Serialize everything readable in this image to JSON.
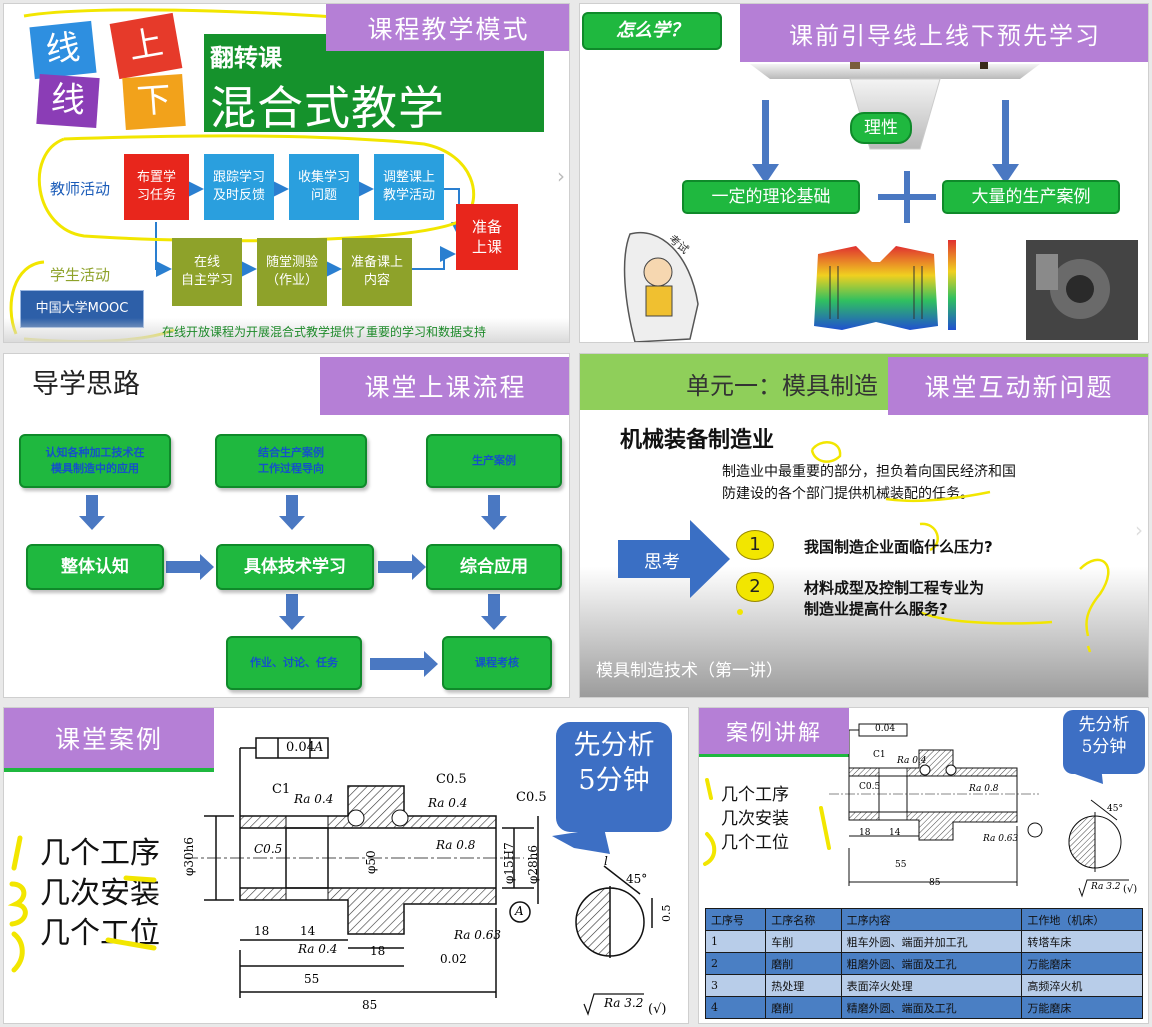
{
  "panel1": {
    "tag": "课程教学模式",
    "logo_chars": [
      "线",
      "上",
      "线",
      "下"
    ],
    "banner_top": "翻转课",
    "banner_main": "混合式教学",
    "teacher_label": "教师活动",
    "teacher_steps": [
      "布置学\n习任务",
      "跟踪学习\n及时反馈",
      "收集学习\n问题",
      "调整课上\n教学活动"
    ],
    "final_step": "准备\n上课",
    "student_label": "学生活动",
    "student_steps": [
      "在线\n自主学习",
      "随堂测验\n（作业）",
      "准备课上\n内容"
    ],
    "mooc_label": "中国大学MOOC",
    "footer": "在线开放课程为开展混合式教学提供了重要的学习和数据支持"
  },
  "panel2": {
    "tag": "课前引导线上线下预先学习",
    "how_button": "怎么学？",
    "balance_label": "理性",
    "left_box": "一定的理论基础",
    "right_box": "大量的生产案例",
    "exam_label": "考试"
  },
  "panel3": {
    "title": "导学思路",
    "tag": "课堂上课流程",
    "top_boxes": [
      "认知各种加工技术在\n模具制造中的应用",
      "结合生产案例\n工作过程导向",
      "生产案例"
    ],
    "mid_boxes": [
      "整体认知",
      "具体技术学习",
      "综合应用"
    ],
    "bottom_boxes": [
      "作业、讨论、任务",
      "课程考核"
    ]
  },
  "panel4": {
    "header_title": "单元一：模具制造",
    "tag": "课堂互动新问题",
    "heading": "机械装备制造业",
    "paragraph": "制造业中最重要的部分，担负着向国民经济和国\n防建设的各个部门提供机械装配的任务。",
    "think_label": "思考",
    "questions": [
      {
        "num": "1",
        "text": "我国制造企业面临什么压力?"
      },
      {
        "num": "2",
        "text": "材料成型及控制工程专业为\n制造业提高什么服务?"
      }
    ],
    "footer": "模具制造技术（第一讲）"
  },
  "panel5": {
    "tag": "课堂案例",
    "questions": [
      "几个工序",
      "几次安装",
      "几个工位"
    ],
    "callout": "先分析\n5分钟",
    "dims": {
      "tol": "0.04",
      "tol_datum": "A",
      "c1": "C1",
      "c05": "C0.5",
      "c05b": "C0.5",
      "ra04a": "Ra 0.4",
      "ra04b": "Ra 0.4",
      "ra04c": "Ra 0.4",
      "ra08": "Ra 0.8",
      "ra063": "Ra 0.63",
      "ra32": "Ra 3.2",
      "phi30": "φ30h6",
      "phi50": "φ50",
      "phi15": "φ15H7",
      "phi28": "φ28h6",
      "l18a": "18",
      "l14": "14",
      "l18b": "18",
      "l55": "55",
      "l85": "85",
      "runout": "0.02",
      "angle": "45°",
      "w05": "0.5",
      "datum": "A",
      "check": "(√)",
      "l": "l"
    }
  },
  "panel6": {
    "tag": "案例讲解",
    "questions": [
      "几个工序",
      "几次安装",
      "几个工位"
    ],
    "callout": "先分析\n5分钟",
    "dims": {
      "tol": "0.04",
      "c1": "C1",
      "c05": "C0.5",
      "ra04": "Ra 0.4",
      "ra08": "Ra 0.8",
      "ra063": "Ra 0.63",
      "l18": "18",
      "l14": "14",
      "l55": "55",
      "l85": "85",
      "angle": "45°",
      "ra32": "Ra 3.2",
      "check": "(√)"
    },
    "table": {
      "headers": [
        "工序号",
        "工序名称",
        "工序内容",
        "工作地（机床）"
      ],
      "rows": [
        [
          "1",
          "车削",
          "粗车外圆、端面并加工孔",
          "转塔车床"
        ],
        [
          "2",
          "磨削",
          "粗磨外圆、端面及工孔",
          "万能磨床"
        ],
        [
          "3",
          "热处理",
          "表面淬火处理",
          "高频淬火机"
        ],
        [
          "4",
          "磨削",
          "精磨外圆、端面及工孔",
          "万能磨床"
        ]
      ]
    }
  },
  "colors": {
    "tag_purple": "#b57fd6",
    "green": "#1fb83f",
    "blue_box": "#2a9fde",
    "red_box": "#e8261c",
    "olive_box": "#8ea22a",
    "highlight_yellow": "#f2e600",
    "arrow_blue": "#4a78c2"
  }
}
